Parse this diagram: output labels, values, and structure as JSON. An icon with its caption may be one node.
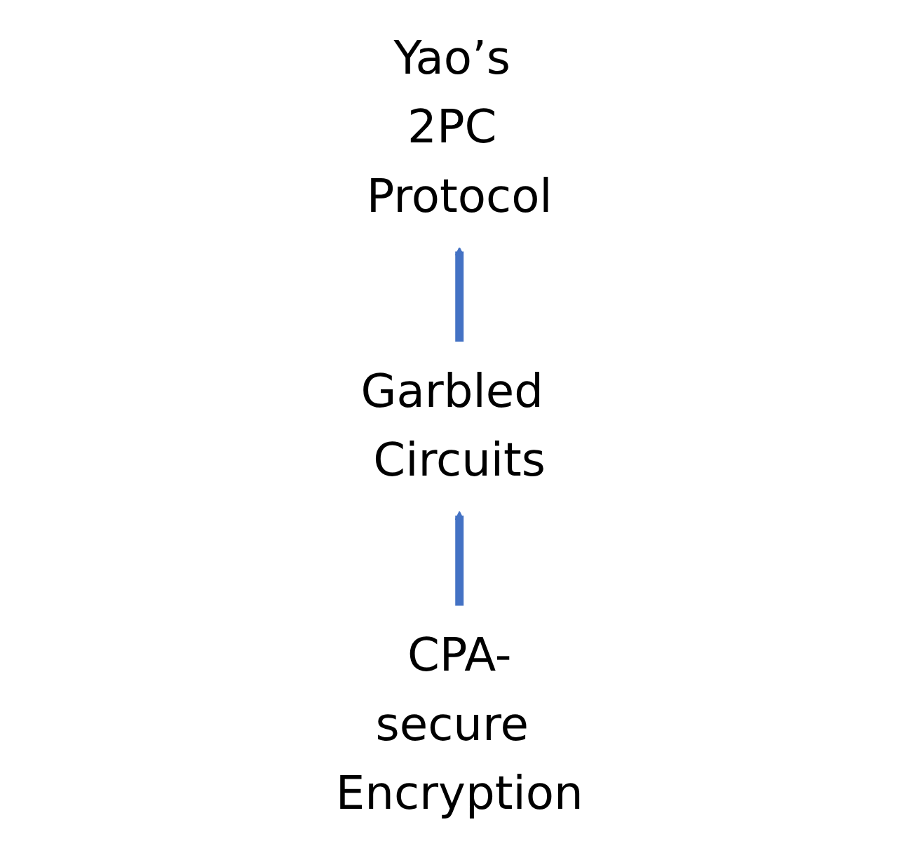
{
  "diagram": {
    "nodes": [
      {
        "text": [
          "Yao’s 2PC Protocol"
        ]
      },
      {
        "text": [
          "Garbled Circuits"
        ]
      },
      {
        "text": [
          "CPA-secure Encryption"
        ]
      }
    ],
    "edges": [
      {
        "from": 2,
        "to": 1,
        "arrow": "to"
      },
      {
        "from": 1,
        "to": 0,
        "arrow": "to"
      }
    ]
  }
}
